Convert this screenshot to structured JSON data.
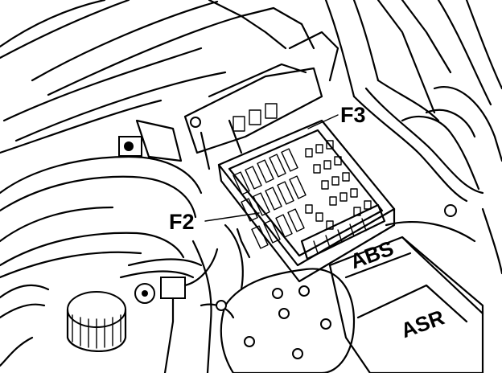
{
  "labels": {
    "f3": "F3",
    "f2": "F2",
    "abs": "ABS",
    "asr": "ASR"
  },
  "colors": {
    "ink": "#000000",
    "paper": "#ffffff"
  }
}
